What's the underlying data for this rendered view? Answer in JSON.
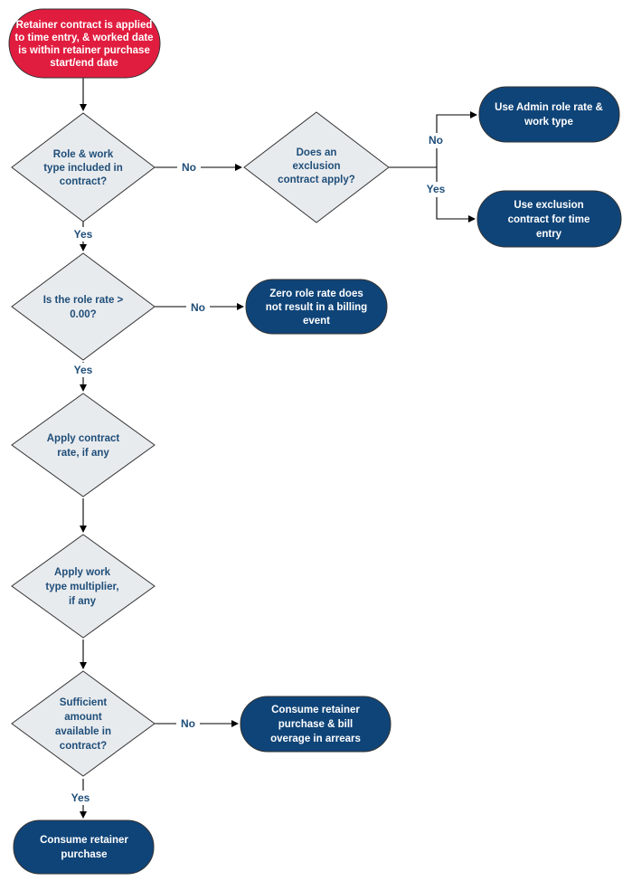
{
  "colors": {
    "start_fill": "#e11d3f",
    "terminal_fill": "#0f4478",
    "decision_fill": "#e8ebee",
    "decision_text": "#1f4e79",
    "label_text": "#1f4e79"
  },
  "nodes": {
    "start": {
      "lines": [
        "Retainer contract is applied",
        "to time entry, & worked date",
        "is within retainer purchase",
        "start/end date"
      ]
    },
    "role_included": {
      "lines": [
        "Role & work",
        "type included in",
        "contract?"
      ]
    },
    "exclusion_apply": {
      "lines": [
        "Does an",
        "exclusion",
        "contract apply?"
      ]
    },
    "admin_rate": {
      "lines": [
        "Use Admin role rate &",
        "work type"
      ]
    },
    "exclusion_contract": {
      "lines": [
        "Use exclusion",
        "contract for time",
        "entry"
      ]
    },
    "rate_positive": {
      "lines": [
        "Is the role rate >",
        "0.00?"
      ]
    },
    "zero_rate": {
      "lines": [
        "Zero role rate does",
        "not result in a billing",
        "event"
      ]
    },
    "apply_rate": {
      "lines": [
        "Apply contract",
        "rate, if any"
      ]
    },
    "apply_multiplier": {
      "lines": [
        "Apply work",
        "type multiplier,",
        "if any"
      ]
    },
    "sufficient": {
      "lines": [
        "Sufficient",
        "amount",
        "available in",
        "contract?"
      ]
    },
    "consume_bill": {
      "lines": [
        "Consume retainer",
        "purchase & bill",
        "overage in arrears"
      ]
    },
    "consume": {
      "lines": [
        "Consume retainer",
        "purchase"
      ]
    }
  },
  "edge_labels": {
    "role_no": "No",
    "role_yes": "Yes",
    "exclusion_no": "No",
    "exclusion_yes": "Yes",
    "rate_no": "No",
    "rate_yes": "Yes",
    "sufficient_no": "No",
    "sufficient_yes": "Yes"
  }
}
